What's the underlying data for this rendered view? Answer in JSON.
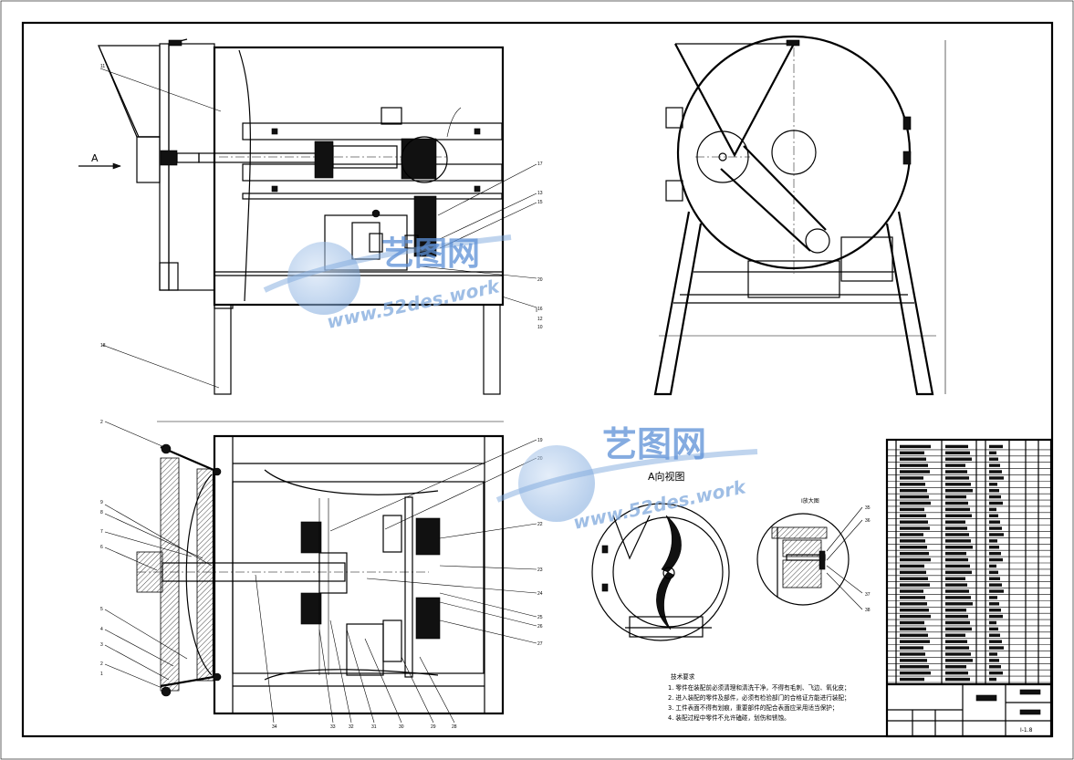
{
  "direction_label": "A",
  "view_title_a": "A向视图",
  "detail_label": "I",
  "detail_scale": "I放大图",
  "notes_title": "技术要求",
  "notes": [
    "1. 零件在装配前必须清理和清洗干净，不得有毛刺、飞边、氧化皮；",
    "2. 进入装配的零件及部件，必须有检验部门的合格证方能进行装配；",
    "3. 工件表面不得有划痕，重要部件的配合表面应采用适当保护；",
    "4. 装配过程中零件不允许磕碰，划伤和锈蚀。"
  ],
  "watermark": {
    "cn": "艺图网",
    "url": "www.52des.work"
  },
  "sheet_ref": "I-1.8",
  "front_labels": [
    "11",
    "18",
    "17",
    "13",
    "15",
    "20",
    "16",
    "12",
    "10"
  ],
  "top_left_labels": [
    "2",
    "9",
    "8",
    "7",
    "6",
    "5",
    "4",
    "3",
    "2",
    "1"
  ],
  "top_right_labels": [
    "19",
    "20",
    "22",
    "23",
    "24",
    "25",
    "26",
    "27"
  ],
  "top_bottom_labels": [
    "34",
    "33",
    "32",
    "31",
    "30",
    "29",
    "28"
  ],
  "detail_labels": [
    "35",
    "36",
    "37",
    "38"
  ],
  "colors": {
    "line": "#000000",
    "watermark": "#7fa9dd"
  }
}
